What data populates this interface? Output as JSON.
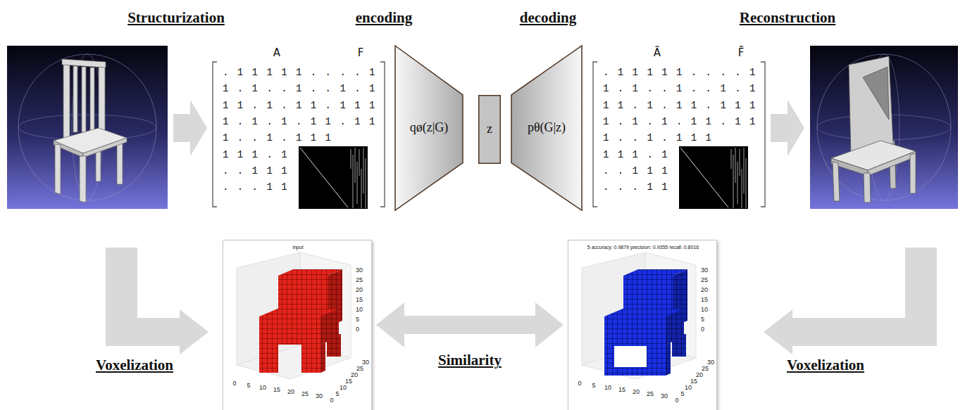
{
  "diagram": {
    "nodes": [
      {
        "text": [
          "A",
          "F",
          ". 1 1 1 1 1 . . . . 1",
          "1 . 1 . . 1 . . 1 . 1",
          "1 1 . 1 . 1 1 . 1 1 1",
          "1 . 1 . 1 . 1 1 . 1 1",
          "1 . . 1 . 1 1 1",
          "1 1 1 . 1",
          ". . 1 1 1",
          ". . . 1 1"
        ]
      },
      {
        "text": [
          "qø(z|G)"
        ]
      },
      {
        "text": [
          "z"
        ]
      },
      {
        "text": [
          "pθ(G|z)"
        ]
      },
      {
        "text": [
          "Ã",
          "F̃",
          ". 1 1 1 1 1 . . . . 1",
          "1 . 1 . . 1 . . 1 . 1",
          "1 1 . 1 . 1 1 . 1 1 1",
          "1 . 1 . 1 . 1 1 . 1 1",
          "1 . . 1 . 1 1 1",
          "1 1 1 . 1",
          ". . 1 1 1",
          ". . . 1 1"
        ]
      },
      {
        "text": [
          "input",
          "0",
          "5",
          "10",
          "15",
          "20",
          "25",
          "30",
          "0",
          "5",
          "10",
          "15",
          "20",
          "25",
          "30",
          "0",
          "5",
          "10",
          "15",
          "20",
          "25",
          "30"
        ]
      },
      {
        "text": [
          "5 accuracy: 0.9879 precision: 0.9355 recall: 0.8016",
          "0",
          "5",
          "10",
          "15",
          "20",
          "25",
          "30",
          "0",
          "5",
          "10",
          "15",
          "20",
          "25",
          "30",
          "0",
          "5",
          "10",
          "15",
          "20",
          "25",
          "30"
        ]
      }
    ],
    "edges": [
      {
        "from": 5,
        "to": 6,
        "arrow": "both",
        "label": "Similarity"
      }
    ],
    "labels": [
      "Structurization",
      "encoding",
      "decoding",
      "Reconstruction",
      "Voxelization",
      "Voxelization"
    ]
  }
}
